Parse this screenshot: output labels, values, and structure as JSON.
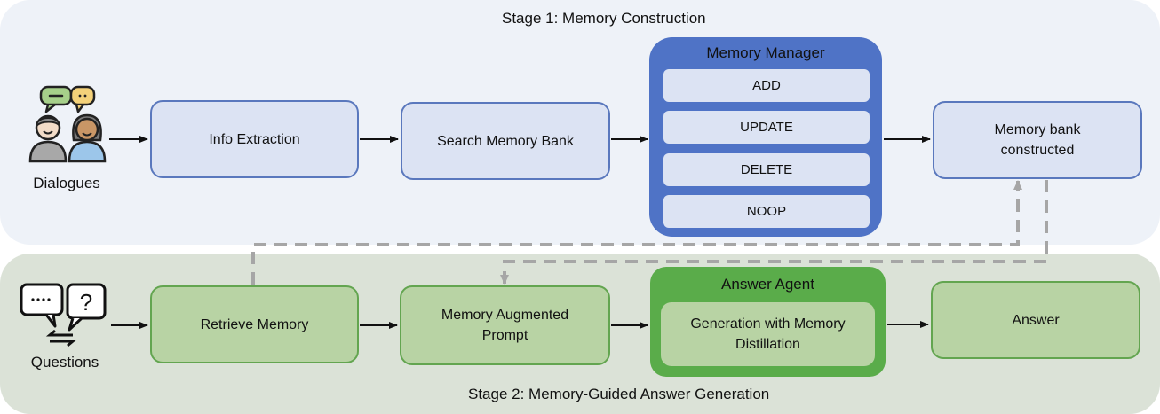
{
  "stage1": {
    "title": "Stage 1: Memory Construction",
    "source_label": "Dialogues",
    "source_icon": "dialogue-people-icon",
    "steps": [
      "Info Extraction",
      "Search Memory Bank"
    ],
    "memory_manager": {
      "title": "Memory Manager",
      "operations": [
        "ADD",
        "UPDATE",
        "DELETE",
        "NOOP"
      ]
    },
    "result": "Memory bank constructed"
  },
  "stage2": {
    "title": "Stage 2: Memory-Guided Answer Generation",
    "source_label": "Questions",
    "source_icon": "question-bubbles-icon",
    "steps": [
      "Retrieve Memory",
      "Memory Augmented Prompt"
    ],
    "answer_agent": {
      "title": "Answer Agent",
      "inner": "Generation with Memory Distillation"
    },
    "result": "Answer"
  },
  "colors": {
    "stage1_bg": "#eef2f8",
    "stage2_bg": "#dbe2d7",
    "blue_accent": "#4f73c6",
    "green_accent": "#5aac4a",
    "dashed_connector": "#a6a6a6"
  }
}
